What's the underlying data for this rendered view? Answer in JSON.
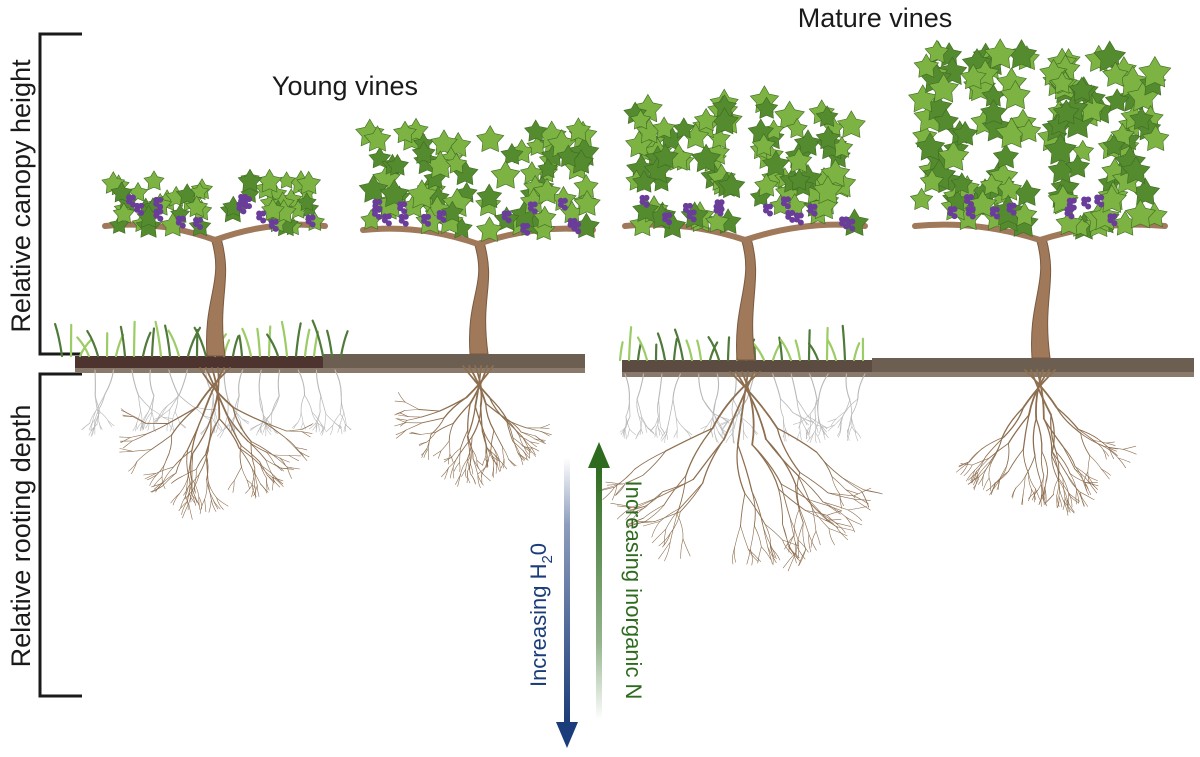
{
  "labels": {
    "young_vines": "Young vines",
    "mature_vines": "Mature vines",
    "canopy_axis": "Relative canopy height",
    "rooting_axis": "Relative rooting depth",
    "water_prefix": "Increasing H",
    "water_sub": "2",
    "water_suffix": "0",
    "nitrogen": "Increasing inorganic N"
  },
  "colors": {
    "water_arrow": "#1b3c7a",
    "nitrogen_arrow": "#2e6b1f",
    "leaf": "#7cb342",
    "leaf_dark": "#558b2f",
    "grape": "#6a3d9a",
    "trunk": "#a0785a",
    "soil_cover": "#4e342e",
    "soil_bare": "#6d5e52",
    "root_brown": "#8d6e4f",
    "root_grey": "#b8b8b8",
    "grass": "#9ccc65"
  },
  "panels": [
    {
      "group": "young",
      "cover_crop": true
    },
    {
      "group": "young",
      "cover_crop": false
    },
    {
      "group": "mature",
      "cover_crop": true
    },
    {
      "group": "mature",
      "cover_crop": false
    }
  ]
}
